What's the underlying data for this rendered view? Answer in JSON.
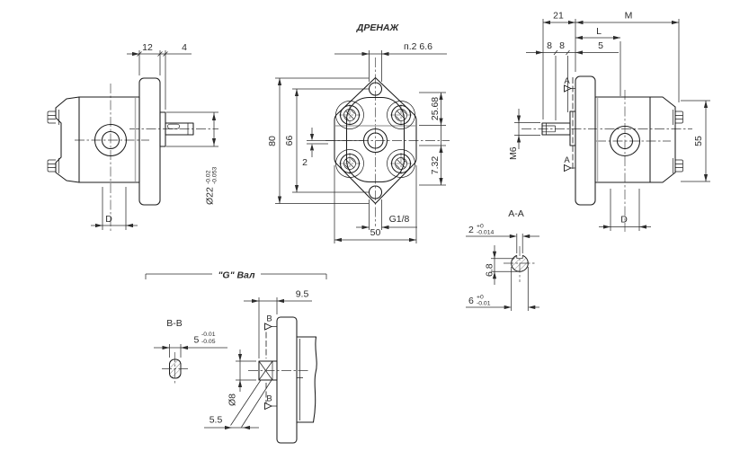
{
  "colors": {
    "line": "#1b1b1b",
    "dimension": "#2b2b2b",
    "background": "#ffffff",
    "gray_accent": "#b0b0b0"
  },
  "views": {
    "left_side": {
      "dim_flange_thickness": "12",
      "dim_spigot_length": "4",
      "dim_spigot_dia": "Ø22",
      "spigot_tol_upper": "-0.02",
      "spigot_tol_lower": "-0.053",
      "dim_port_dia": "D"
    },
    "front": {
      "label_drain": "ДРЕНАЖ",
      "dim_mount_holes": "п.2 6.6",
      "dim_overall_height": "80",
      "dim_hole_spacing": "66",
      "dim_eccentricity": "2",
      "dim_upper_right": "25.68",
      "dim_lower_right": "7.32",
      "label_thread": "G1/8",
      "dim_width": "50"
    },
    "right_side": {
      "dim_21": "21",
      "dim_m": "M",
      "dim_l": "L",
      "dim_5": "5",
      "dim_8_first": "8",
      "dim_8_second": "8",
      "label_section_top": "A",
      "label_section_bottom": "A",
      "dim_thread": "M6",
      "dim_height": "55",
      "dim_port_dia": "D"
    },
    "section_aa": {
      "title": "A-A",
      "dim_key_width": "2",
      "key_width_tol_upper": "+0",
      "key_width_tol_lower": "-0.014",
      "dim_key_depth": "6.8",
      "dim_shaft_dia": "6",
      "shaft_tol_upper": "+0",
      "shaft_tol_lower": "-0.01"
    },
    "shaft_detail": {
      "title": "\"G\" Вал",
      "dim_protrusion": "9.5",
      "label_section_top": "B",
      "label_section_bottom": "B",
      "dim_shaft_dia": "Ø8",
      "dim_key_length": "5.5"
    },
    "section_bb": {
      "title": "B-B",
      "dim_key_width": "5",
      "key_tol_upper": "-0.01",
      "key_tol_lower": "-0.05"
    }
  }
}
